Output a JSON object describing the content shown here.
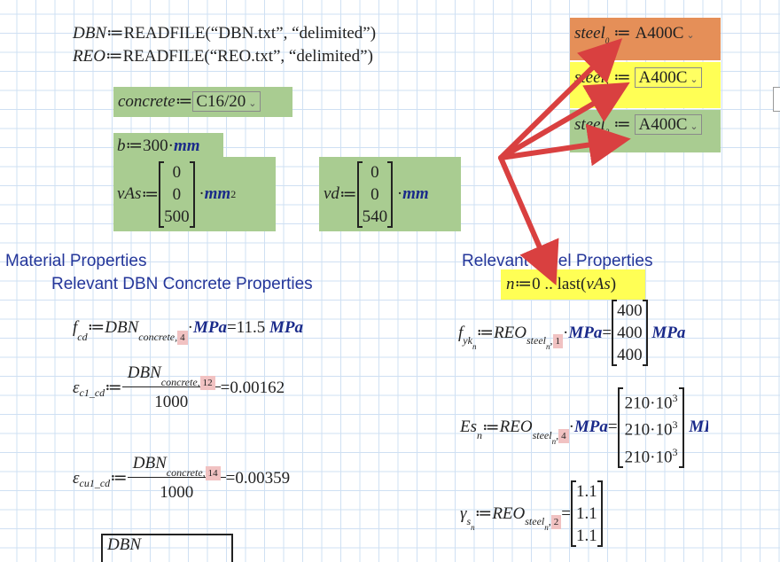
{
  "files": {
    "dbn": {
      "var": "DBN",
      "fn": "READFILE",
      "arg1": "“DBN.txt”",
      "arg2": "“delimited”"
    },
    "reo": {
      "var": "REO",
      "fn": "READFILE",
      "arg1": "“REO.txt”",
      "arg2": "“delimited”"
    }
  },
  "assign": "≔",
  "concrete": {
    "var": "concrete",
    "value": "C16/20"
  },
  "b": {
    "var": "b",
    "value": "300",
    "unit": "mm"
  },
  "vAs": {
    "var": "vAs",
    "values": [
      "0",
      "0",
      "500"
    ],
    "unit": "mm",
    "exp": "2"
  },
  "vd": {
    "var": "vd",
    "values": [
      "0",
      "0",
      "540"
    ],
    "unit": "mm"
  },
  "steel": [
    {
      "var": "steel",
      "index": "0",
      "value": "A400C"
    },
    {
      "var": "steel",
      "index": "1",
      "value": "A400C"
    },
    {
      "var": "steel",
      "index": "2",
      "value": "A400C"
    }
  ],
  "headings": {
    "material": "Material Properties",
    "dbn_concrete": "Relevant DBN Concrete Properties",
    "steel": "Relevant Steel Properties"
  },
  "n_range": {
    "var": "n",
    "expr": "0 .. last",
    "arg": "vAs"
  },
  "fcd": {
    "name": "f",
    "sub": "cd",
    "src": "DBN",
    "idx": "concrete",
    "col": "4",
    "unit": "MPa",
    "result": "11.5",
    "result_unit": "MPa"
  },
  "ec1": {
    "name": "ε",
    "sub": "c1_cd",
    "src": "DBN",
    "idx": "concrete",
    "col": "12",
    "den": "1000",
    "result": "0.00162"
  },
  "ecu1": {
    "name": "ε",
    "sub": "cu1_cd",
    "src": "DBN",
    "idx": "concrete",
    "col": "14",
    "den": "1000",
    "result": "0.00359"
  },
  "partial": {
    "src": "DBN"
  },
  "fyk": {
    "name": "f",
    "sub": "yk",
    "n": "n",
    "src": "REO",
    "idx": "steel",
    "col": "1",
    "unit": "MPa",
    "values": [
      "400",
      "400",
      "400"
    ],
    "result_unit": "MPa"
  },
  "es": {
    "name": "Es",
    "n": "n",
    "src": "REO",
    "idx": "steel",
    "col": "4",
    "unit": "MPa",
    "values": [
      "210",
      "210",
      "210"
    ],
    "exp": "3",
    "result_unit": "MPa"
  },
  "gamma": {
    "name": "γ",
    "sub": "s",
    "n": "n",
    "src": "REO",
    "idx": "steel",
    "col": "2",
    "values": [
      "1.1",
      "1.1",
      "1.1"
    ]
  },
  "colors": {
    "green": "#a9cc91",
    "yellow": "#ffff55",
    "orange": "#e58f58",
    "arrow": "#d94040",
    "unit": "#1a2a8a",
    "heading": "#24369a",
    "index_highlight": "#f1c2c2"
  }
}
